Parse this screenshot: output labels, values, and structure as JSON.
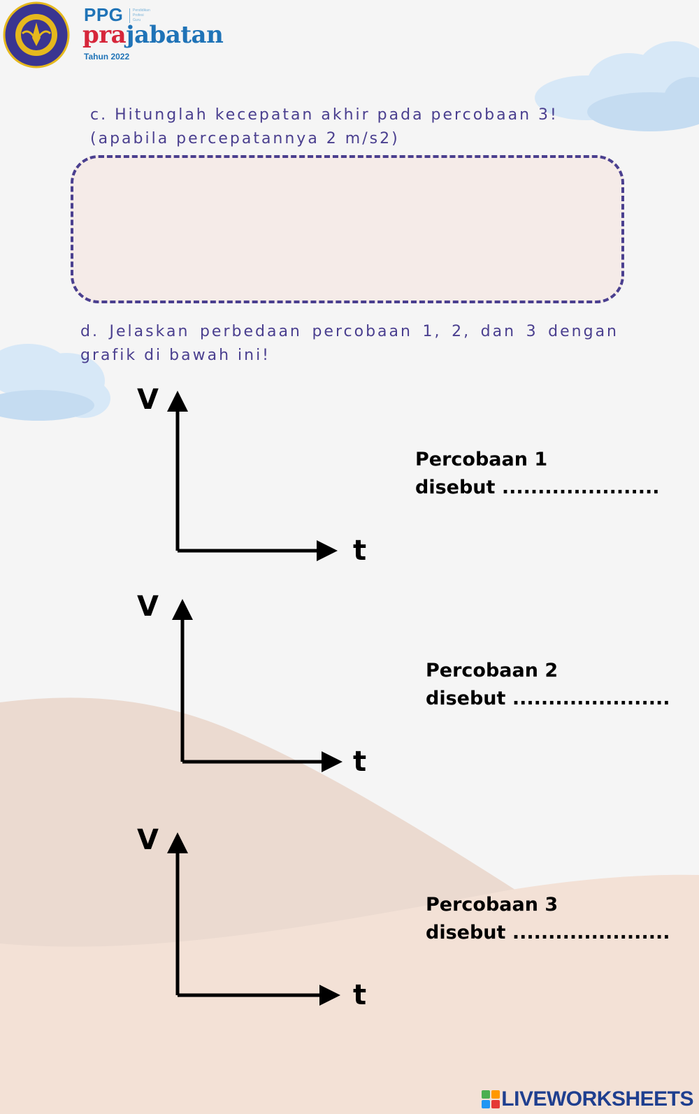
{
  "header": {
    "logo_seal": "Universitas Negeri Yogyakarta seal logo",
    "ppg": "PPG",
    "ppg_sub": [
      "Pendidikan",
      "Profesi",
      "Guru"
    ],
    "prajabatan_red": "pra",
    "prajabatan_blue": "jabatan",
    "tahun": "Tahun 2022"
  },
  "questions": {
    "c": "c. Hitunglah kecepatan akhir pada percobaan 3! (apabila percepatannya 2 m/s2)",
    "d": "d. Jelaskan perbedaan percobaan 1, 2, dan 3 dengan grafik di bawah ini!"
  },
  "graphs": [
    {
      "y_label": "V",
      "x_label": "t",
      "title": "Percobaan 1",
      "blank": "disebut ......................"
    },
    {
      "y_label": "V",
      "x_label": "t",
      "title": "Percobaan 2",
      "blank": "disebut ......................"
    },
    {
      "y_label": "V",
      "x_label": "t",
      "title": "Percobaan 3",
      "blank": "disebut ......................"
    }
  ],
  "footer": {
    "brand": "LIVEWORKSHEETS"
  },
  "colors": {
    "question_text": "#4a3f8f",
    "box_fill": "#f5ebe8",
    "sand_dark": "#ebdad0",
    "sand_light": "#f3e1d6",
    "cloud": "#d7e8f7",
    "brand_blue": "#1f73b7",
    "brand_red": "#d6263a"
  }
}
